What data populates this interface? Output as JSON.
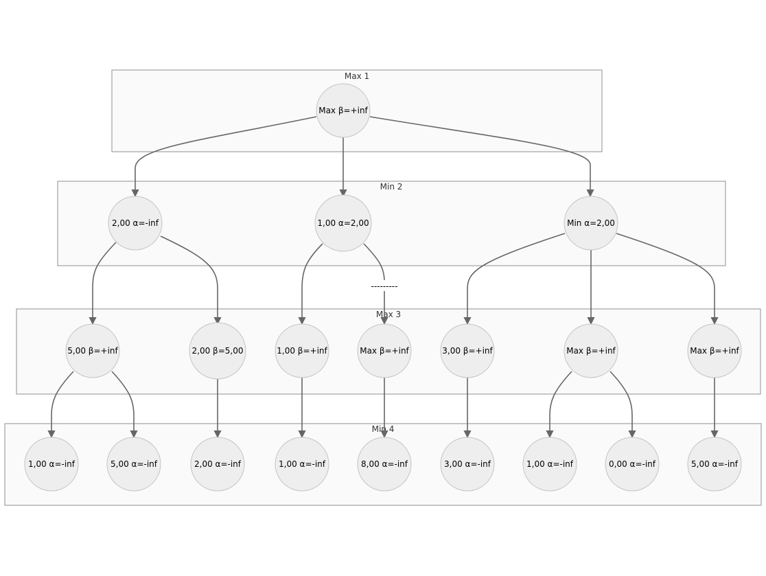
{
  "clusters": [
    {
      "id": "c1",
      "label": "Max 1"
    },
    {
      "id": "c2",
      "label": "Min 2"
    },
    {
      "id": "c3",
      "label": "Max 3"
    },
    {
      "id": "c4",
      "label": "Min 4"
    }
  ],
  "nodes": [
    {
      "id": "root",
      "label": "Max β=+inf"
    },
    {
      "id": "a",
      "label": "2,00 α=-inf"
    },
    {
      "id": "b",
      "label": "1,00 α=2,00"
    },
    {
      "id": "c",
      "label": "Min α=2,00"
    },
    {
      "id": "a1",
      "label": "5,00 β=+inf"
    },
    {
      "id": "a2",
      "label": "2,00 β=5,00"
    },
    {
      "id": "b1",
      "label": "1,00 β=+inf"
    },
    {
      "id": "b2",
      "label": "Max β=+inf"
    },
    {
      "id": "c1",
      "label": "3,00 β=+inf"
    },
    {
      "id": "c2",
      "label": "Max β=+inf"
    },
    {
      "id": "c3",
      "label": "Max β=+inf"
    },
    {
      "id": "l1",
      "label": "1,00 α=-inf"
    },
    {
      "id": "l2",
      "label": "5,00 α=-inf"
    },
    {
      "id": "l3",
      "label": "2,00 α=-inf"
    },
    {
      "id": "l4",
      "label": "1,00 α=-inf"
    },
    {
      "id": "l5",
      "label": "8,00 α=-inf"
    },
    {
      "id": "l6",
      "label": "3,00 α=-inf"
    },
    {
      "id": "l7",
      "label": "1,00 α=-inf"
    },
    {
      "id": "l8",
      "label": "0,00 α=-inf"
    },
    {
      "id": "l9",
      "label": "5,00 α=-inf"
    }
  ],
  "edges": [
    {
      "id": "e1",
      "from": "root",
      "to": "a",
      "label": ""
    },
    {
      "id": "e2",
      "from": "root",
      "to": "b",
      "label": ""
    },
    {
      "id": "e3",
      "from": "root",
      "to": "c",
      "label": ""
    },
    {
      "id": "e4",
      "from": "a",
      "to": "a1",
      "label": ""
    },
    {
      "id": "e5",
      "from": "a",
      "to": "a2",
      "label": ""
    },
    {
      "id": "e6",
      "from": "b",
      "to": "b1",
      "label": ""
    },
    {
      "id": "e7",
      "from": "b",
      "to": "b2",
      "label": "---------"
    },
    {
      "id": "e8",
      "from": "c",
      "to": "c1",
      "label": ""
    },
    {
      "id": "e9",
      "from": "c",
      "to": "c2",
      "label": ""
    },
    {
      "id": "e10",
      "from": "c",
      "to": "c3",
      "label": ""
    },
    {
      "id": "e11",
      "from": "a1",
      "to": "l1",
      "label": ""
    },
    {
      "id": "e12",
      "from": "a1",
      "to": "l2",
      "label": ""
    },
    {
      "id": "e13",
      "from": "a2",
      "to": "l3",
      "label": ""
    },
    {
      "id": "e14",
      "from": "b1",
      "to": "l4",
      "label": ""
    },
    {
      "id": "e15",
      "from": "b2",
      "to": "l5",
      "label": ""
    },
    {
      "id": "e16",
      "from": "c1",
      "to": "l6",
      "label": ""
    },
    {
      "id": "e17",
      "from": "c2",
      "to": "l7",
      "label": ""
    },
    {
      "id": "e18",
      "from": "c2",
      "to": "l8",
      "label": ""
    },
    {
      "id": "e19",
      "from": "c3",
      "to": "l9",
      "label": ""
    }
  ],
  "colors": {
    "node_fill": "#eeeeee",
    "node_stroke": "#c4c4c4",
    "cluster_fill": "#fafafa",
    "cluster_stroke": "#8f8f8f",
    "edge": "#666666"
  }
}
